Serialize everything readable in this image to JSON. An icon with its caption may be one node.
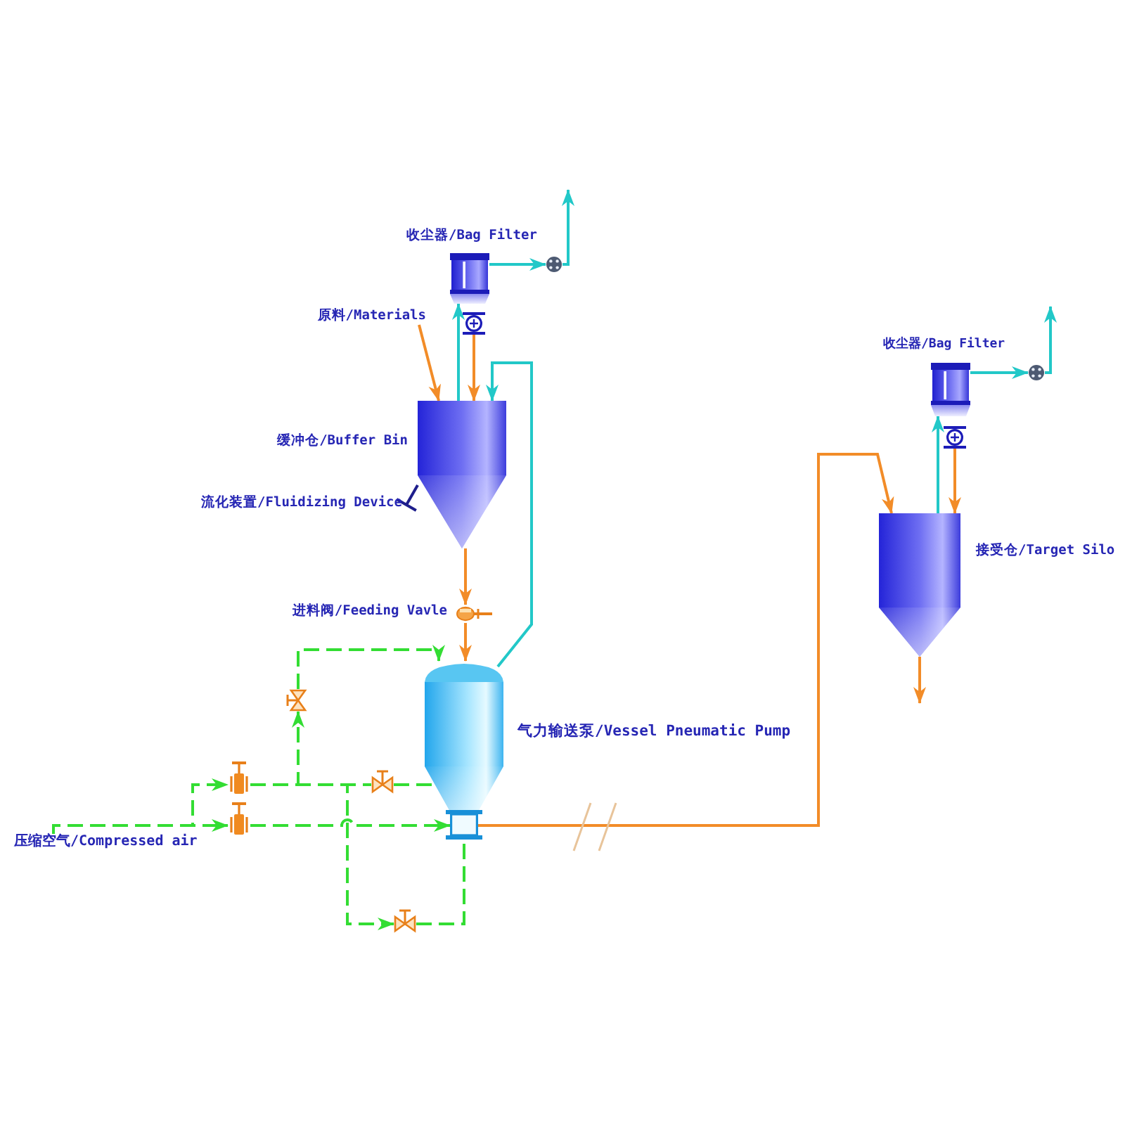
{
  "diagram": {
    "nodes": [
      {
        "text": [],
        "shape": "box",
        "beside": [
          "收尘器/Bag Filter"
        ]
      },
      {
        "text": [],
        "shape": "circle"
      },
      {
        "text": [],
        "shape": "valve"
      },
      {
        "text": [
          "原料/Materials"
        ]
      },
      {
        "text": [],
        "shape": "silo",
        "beside": [
          "缓冲仓/Buffer Bin"
        ]
      },
      {
        "text": [
          "流化装置/Fluidizing Device"
        ]
      },
      {
        "text": [],
        "shape": "valve",
        "beside": [
          "进料阀/Feeding Vavle"
        ]
      },
      {
        "text": [],
        "shape": "vessel",
        "beside": [
          "气力输送泵/Vessel Pneumatic Pump"
        ]
      },
      {
        "text": [],
        "shape": "box",
        "beside": [
          "收尘器/Bag Filter"
        ]
      },
      {
        "text": [],
        "shape": "circle"
      },
      {
        "text": [],
        "shape": "valve"
      },
      {
        "text": [],
        "shape": "silo",
        "beside": [
          "接受仓/Target Silo"
        ]
      },
      {
        "text": [
          "压缩空气/Compressed air"
        ]
      },
      {
        "text": [],
        "shape": "valve"
      },
      {
        "text": [],
        "shape": "valve"
      },
      {
        "text": [],
        "shape": "valve"
      },
      {
        "text": [],
        "shape": "valve"
      },
      {
        "text": [],
        "shape": "valve"
      }
    ],
    "edges": [
      {
        "from": 0,
        "to": 1,
        "arrow": "to",
        "color": "#22c8c8"
      },
      {
        "from": 1,
        "to": null,
        "arrow": "to",
        "color": "#22c8c8"
      },
      {
        "from": 2,
        "to": 4,
        "arrow": "to",
        "color": "#f28c28"
      },
      {
        "from": 3,
        "to": 4,
        "arrow": "to",
        "color": "#f28c28"
      },
      {
        "from": 4,
        "to": 0,
        "arrow": "to",
        "color": "#22c8c8"
      },
      {
        "from": 7,
        "to": 4,
        "arrow": "to",
        "color": "#22c8c8"
      },
      {
        "from": 5,
        "to": 4,
        "arrow": "other",
        "color": "#1e1e8c"
      },
      {
        "from": 4,
        "to": 6,
        "arrow": "to",
        "color": "#f28c28"
      },
      {
        "from": 6,
        "to": 7,
        "arrow": "to",
        "color": "#f28c28"
      },
      {
        "from": 7,
        "to": 11,
        "arrow": "to",
        "color": "#f28c28"
      },
      {
        "from": 11,
        "to": 8,
        "arrow": "to",
        "color": "#22c8c8"
      },
      {
        "from": 8,
        "to": 9,
        "arrow": "to",
        "color": "#22c8c8"
      },
      {
        "from": 9,
        "to": null,
        "arrow": "to",
        "color": "#22c8c8"
      },
      {
        "from": 10,
        "to": 11,
        "arrow": "to",
        "color": "#f28c28"
      },
      {
        "from": 11,
        "to": null,
        "arrow": "to",
        "color": "#f28c28"
      },
      {
        "from": 12,
        "to": 13,
        "arrow": "to",
        "style": "dashed"
      },
      {
        "from": 12,
        "to": 14,
        "arrow": "to",
        "style": "dashed"
      },
      {
        "from": 13,
        "to": 15,
        "arrow": "to",
        "style": "dashed"
      },
      {
        "from": 13,
        "to": 16,
        "arrow": "none",
        "style": "dashed"
      },
      {
        "from": 13,
        "to": 17,
        "arrow": "to",
        "style": "dashed"
      },
      {
        "from": 15,
        "to": 7,
        "arrow": "to",
        "style": "dashed"
      },
      {
        "from": 16,
        "to": 7,
        "arrow": "none",
        "style": "dashed"
      },
      {
        "from": 14,
        "to": 7,
        "arrow": "to",
        "style": "dashed"
      },
      {
        "from": 17,
        "to": 7,
        "arrow": "none",
        "style": "dashed"
      }
    ]
  }
}
